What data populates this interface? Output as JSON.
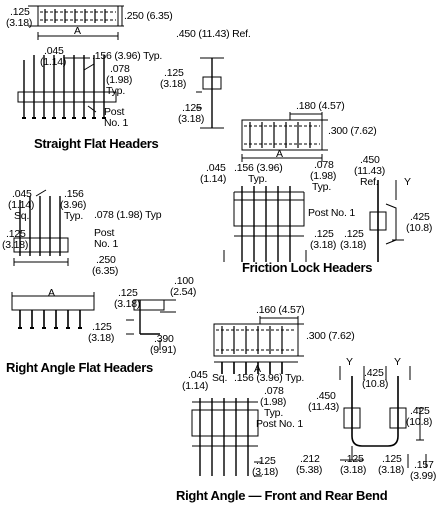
{
  "captions": {
    "straight": "Straight Flat Headers",
    "friction": "Friction Lock Headers",
    "right_angle_flat": "Right Angle Flat Headers",
    "right_angle_bend": "Right Angle — Front and Rear Bend"
  },
  "dims": {
    "sfh_125a": ".125",
    "sfh_318a": "(3.18)",
    "sfh_250": ".250 (6.35)",
    "sfh_A": "A",
    "sfh_450": ".450 (11.43) Ref.",
    "sfh_045": ".045",
    "sfh_114": "(1.14)",
    "sfh_156": ".156 (3.96) Typ.",
    "sfh_078": ".078",
    "sfh_198": "(1.98)",
    "sfh_typ": "Typ.",
    "sfh_125b": ".125",
    "sfh_318b": "(3.18)",
    "sfh_post": "Post",
    "sfh_no1": "No. 1",
    "sfh_125c": ".125",
    "sfh_318c": "(3.18)",
    "fl_180": ".180 (4.57)",
    "fl_300": ".300 (7.62)",
    "fl_A": "A",
    "fl_045": ".045",
    "fl_114": "(1.14)",
    "fl_156": ".156 (3.96)",
    "fl_typ": "Typ.",
    "fl_078": ".078",
    "fl_198": "(1.98)",
    "fl_typ2": "Typ.",
    "fl_450": ".450",
    "fl_1143": "(11.43)",
    "fl_ref": "Ref.",
    "fl_Y": "Y",
    "fl_post": "Post No. 1",
    "fl_425": ".425",
    "fl_108": "(10.8)",
    "fl_125a": ".125",
    "fl_125b": ".125",
    "fl_318a": "(3.18)",
    "fl_318b": "(3.18)",
    "raf_045": ".045",
    "raf_114": "(1.14)",
    "raf_sq": "Sq.",
    "raf_156": ".156",
    "raf_396": "(3.96)",
    "raf_typ": "Typ.",
    "raf_078": ".078 (1.98) Typ",
    "raf_125a": ".125",
    "raf_318a": "(3.18)",
    "raf_post": "Post",
    "raf_no1": "No. 1",
    "raf_250": ".250",
    "raf_635": "(6.35)",
    "raf_A": "A",
    "raf_100": ".100",
    "raf_254": "(2.54)",
    "raf_125b": ".125",
    "raf_318b": "(3.18)",
    "raf_125c": ".125",
    "raf_318c": "(3.18)",
    "raf_390": ".390",
    "raf_991": "(9.91)",
    "rab_160": ".160 (4.57)",
    "rab_300": ".300 (7.62)",
    "rab_A": "A",
    "rab_045": ".045",
    "rab_114": "(1.14)",
    "rab_sq": "Sq.",
    "rab_156": ".156 (3.96) Typ.",
    "rab_078": ".078",
    "rab_198": "(1.98)",
    "rab_typ": "Typ.",
    "rab_post": "Post No. 1",
    "rab_125a": ".125",
    "rab_318a": "(3.18)",
    "rab_Y1": "Y",
    "rab_Y2": "Y",
    "rab_425a": ".425",
    "rab_108a": "(10.8)",
    "rab_450": ".450",
    "rab_1143": "(11.43)",
    "rab_425b": ".425",
    "rab_108b": "(10.8)",
    "rab_212": ".212",
    "rab_538": "(5.38)",
    "rab_125b": ".125",
    "rab_318b": "(3.18)",
    "rab_125c": ".125",
    "rab_318c": "(3.18)",
    "rab_157": ".157",
    "rab_399": "(3.99)"
  }
}
